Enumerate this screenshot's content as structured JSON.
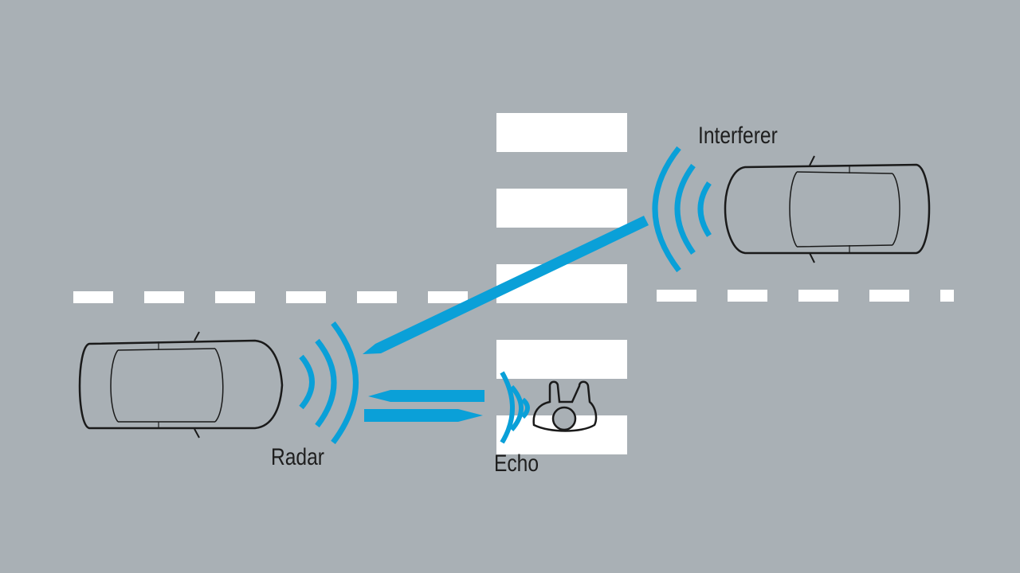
{
  "labels": {
    "radar": "Radar",
    "echo": "Echo",
    "interferer": "Interferer"
  },
  "colors": {
    "road": "#a9b0b5",
    "signal": "#0aa0d8",
    "markings": "#ffffff",
    "vehicle_fill": "#a9b0b5",
    "outline": "#1a1a1a"
  }
}
